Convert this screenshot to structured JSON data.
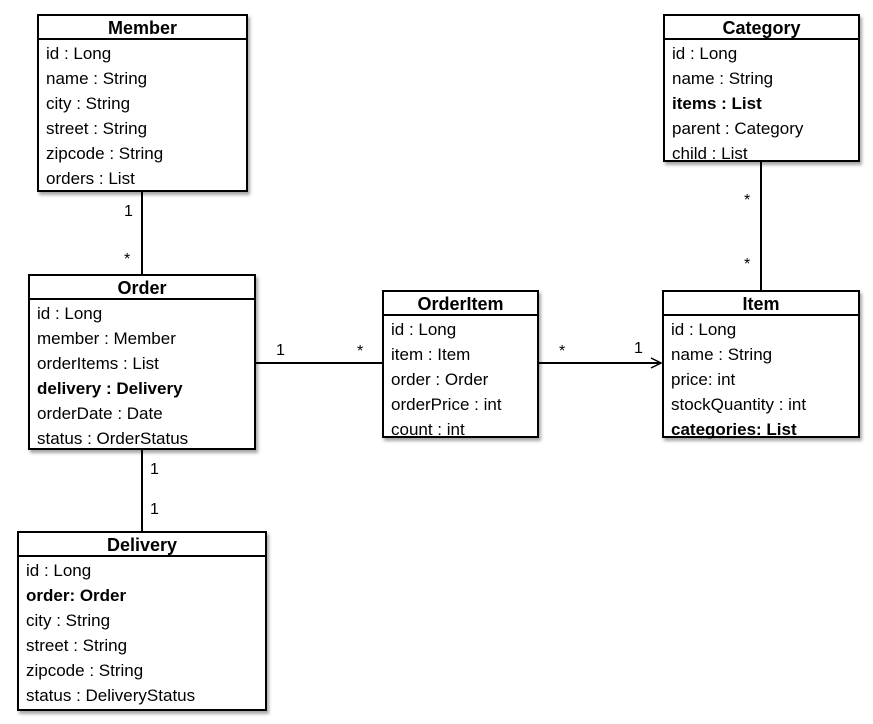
{
  "classes": {
    "member": {
      "name": "Member",
      "attributes": [
        "id : Long",
        "name : String",
        "city : String",
        "street : String",
        "zipcode : String",
        "orders : List"
      ]
    },
    "order": {
      "name": "Order",
      "attributes": [
        "id : Long",
        "member : Member",
        "orderItems : List",
        "delivery : Delivery",
        "orderDate : Date",
        "status : OrderStatus"
      ]
    },
    "delivery": {
      "name": "Delivery",
      "attributes": [
        "id : Long",
        "order: Order",
        "city : String",
        "street : String",
        "zipcode : String",
        "status : DeliveryStatus"
      ]
    },
    "orderitem": {
      "name": "OrderItem",
      "attributes": [
        "id : Long",
        "item : Item",
        "order : Order",
        "orderPrice : int",
        "count : int"
      ]
    },
    "category": {
      "name": "Category",
      "attributes": [
        "id : Long",
        "name : String",
        "items : List",
        "parent : Category",
        "child : List"
      ]
    },
    "item": {
      "name": "Item",
      "attributes": [
        "id : Long",
        "name : String",
        "price: int",
        "stockQuantity : int",
        "categories: List"
      ]
    }
  },
  "associations": {
    "member_order": {
      "member_end": "1",
      "order_end": "*"
    },
    "order_orderitem": {
      "order_end": "1",
      "orderitem_end": "*"
    },
    "orderitem_item": {
      "orderitem_end": "*",
      "item_end": "1"
    },
    "category_item": {
      "category_end": "*",
      "item_end": "*"
    },
    "order_delivery": {
      "order_end": "1",
      "delivery_end": "1"
    }
  }
}
